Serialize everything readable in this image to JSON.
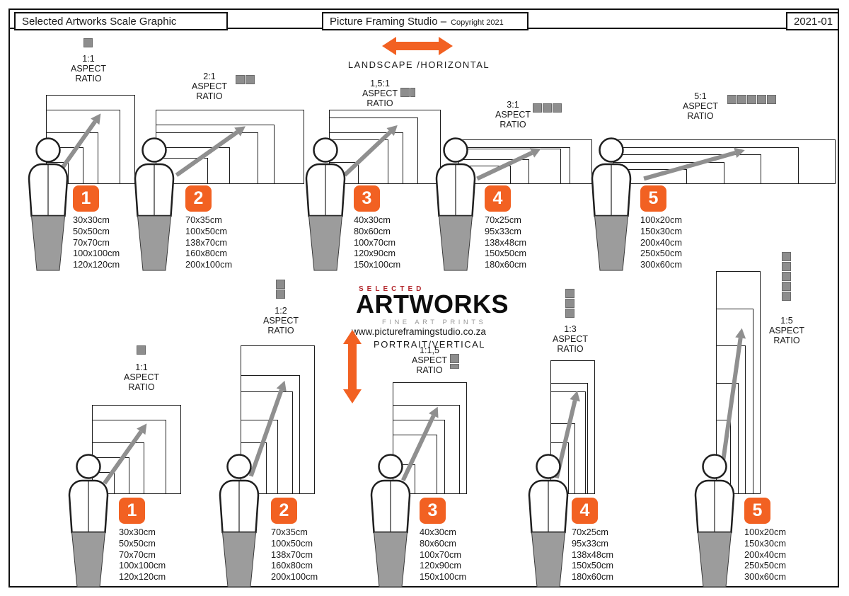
{
  "header": {
    "title": "Selected Artworks Scale Graphic",
    "studio_name": "Picture Framing Studio –",
    "copyright": "Copyright 2021",
    "doc_code": "2021-01"
  },
  "orientation_labels": {
    "landscape": "LANDSCAPE /HORIZONTAL",
    "portrait": "PORTRAIT/VERTICAL"
  },
  "brand": {
    "selected": "SELECTED",
    "artworks": "ARTWORKS",
    "fine_art_prints": "FINE ART PRINTS",
    "website": "www.pictureframingstudio.co.za"
  },
  "aspect_word": {
    "line1": "ASPECT",
    "line2": "RATIO"
  },
  "landscape_groups": [
    {
      "num": "1",
      "ratio": "1:1",
      "icon": {
        "dir": "h",
        "cells": [
          1
        ]
      },
      "sizes": [
        "30x30cm",
        "50x50cm",
        "70x70cm",
        "100x100cm",
        "120x120cm"
      ]
    },
    {
      "num": "2",
      "ratio": "2:1",
      "icon": {
        "dir": "h",
        "cells": [
          1,
          1
        ]
      },
      "sizes": [
        "70x35cm",
        "100x50cm",
        "138x70cm",
        "160x80cm",
        "200x100cm"
      ]
    },
    {
      "num": "3",
      "ratio": "1,5:1",
      "icon": {
        "dir": "h",
        "cells": [
          1,
          0.5
        ]
      },
      "sizes": [
        "40x30cm",
        "80x60cm",
        "100x70cm",
        "120x90cm",
        "150x100cm"
      ]
    },
    {
      "num": "4",
      "ratio": "3:1",
      "icon": {
        "dir": "h",
        "cells": [
          1,
          1,
          1
        ]
      },
      "sizes": [
        "70x25cm",
        "95x33cm",
        "138x48cm",
        "150x50cm",
        "180x60cm"
      ]
    },
    {
      "num": "5",
      "ratio": "5:1",
      "icon": {
        "dir": "h",
        "cells": [
          1,
          1,
          1,
          1,
          1
        ]
      },
      "sizes": [
        "100x20cm",
        "150x30cm",
        "200x40cm",
        "250x50cm",
        "300x60cm"
      ]
    }
  ],
  "portrait_groups": [
    {
      "num": "1",
      "ratio": "1:1",
      "icon": {
        "dir": "v",
        "cells": [
          1
        ]
      },
      "sizes": [
        "30x30cm",
        "50x50cm",
        "70x70cm",
        "100x100cm",
        "120x120cm"
      ]
    },
    {
      "num": "2",
      "ratio": "1:2",
      "icon": {
        "dir": "v",
        "cells": [
          1,
          1
        ]
      },
      "sizes": [
        "70x35cm",
        "100x50cm",
        "138x70cm",
        "160x80cm",
        "200x100cm"
      ]
    },
    {
      "num": "3",
      "ratio": "1:1,5",
      "icon": {
        "dir": "v",
        "cells": [
          1,
          0.5
        ]
      },
      "sizes": [
        "40x30cm",
        "80x60cm",
        "100x70cm",
        "120x90cm",
        "150x100cm"
      ]
    },
    {
      "num": "4",
      "ratio": "1:3",
      "icon": {
        "dir": "v",
        "cells": [
          1,
          1,
          1
        ]
      },
      "sizes": [
        "70x25cm",
        "95x33cm",
        "138x48cm",
        "150x50cm",
        "180x60cm"
      ]
    },
    {
      "num": "5",
      "ratio": "1:5",
      "icon": {
        "dir": "v",
        "cells": [
          1,
          1,
          1,
          1,
          1
        ]
      },
      "sizes": [
        "100x20cm",
        "150x30cm",
        "200x40cm",
        "250x50cm",
        "300x60cm"
      ]
    }
  ],
  "colors": {
    "accent": "#F26122",
    "icon_gray": "#8D8D8D",
    "figure_gray": "#9C9C9C",
    "arrow_gray": "#8F8F8F"
  }
}
